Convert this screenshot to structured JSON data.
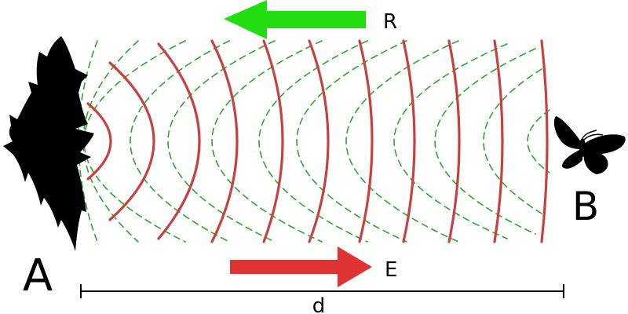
{
  "labels": {
    "emitter": "A",
    "target": "B",
    "emitted_arrow": "E",
    "reflected_arrow": "R",
    "distance": "d"
  },
  "colors": {
    "emitted_wave": "#c84141",
    "reflected_wave": "#2ea52e",
    "emitted_arrow": "#e03333",
    "reflected_arrow": "#22dd11",
    "silhouette": "#000000",
    "line": "#000000"
  },
  "icons": {
    "emitter": "bat-icon",
    "target": "moth-icon"
  }
}
